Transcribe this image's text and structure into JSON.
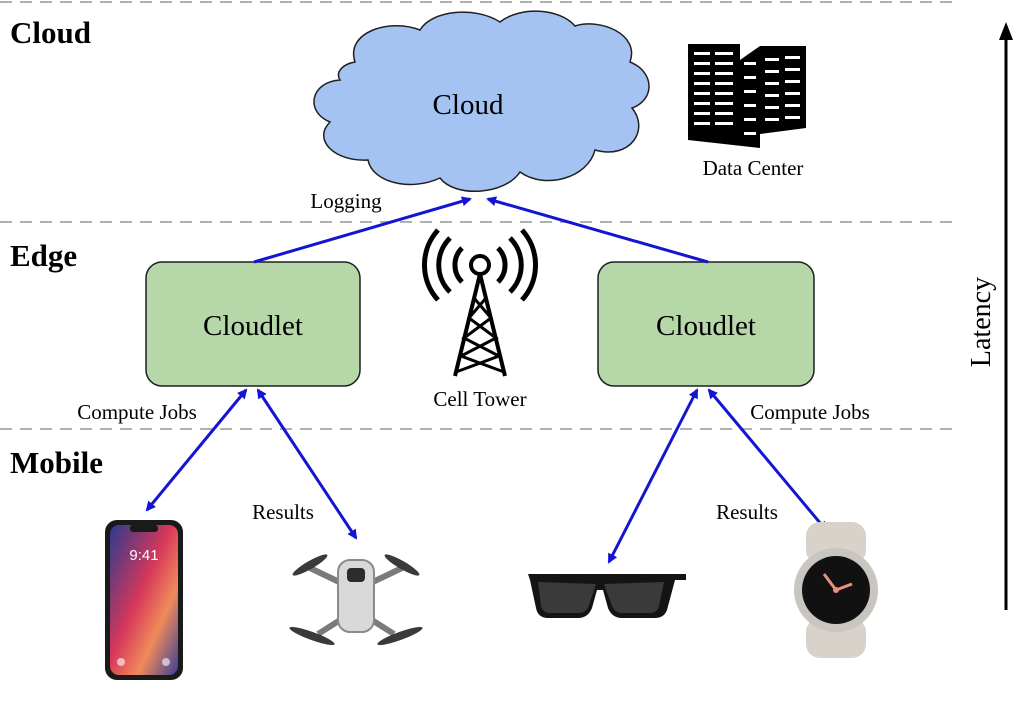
{
  "tiers": {
    "cloud": "Cloud",
    "edge": "Edge",
    "mobile": "Mobile"
  },
  "cloud": {
    "label": "Cloud"
  },
  "data_center": {
    "label": "Data Center"
  },
  "cell_tower": {
    "label": "Cell Tower"
  },
  "cloudlets": [
    {
      "label": "Cloudlet"
    },
    {
      "label": "Cloudlet"
    }
  ],
  "edge_labels": {
    "logging": "Logging",
    "compute_jobs_left": "Compute Jobs",
    "compute_jobs_right": "Compute Jobs",
    "results_left": "Results",
    "results_right": "Results"
  },
  "latency_axis": {
    "label": "Latency"
  },
  "devices": [
    "smartphone-icon",
    "drone-icon",
    "smart-glasses-icon",
    "smartwatch-icon"
  ],
  "colors": {
    "cloud_fill": "#a4c3f2",
    "cloudlet_fill": "#b6d7a8",
    "arrow": "#1414d2",
    "divider": "#b0b0b0"
  }
}
